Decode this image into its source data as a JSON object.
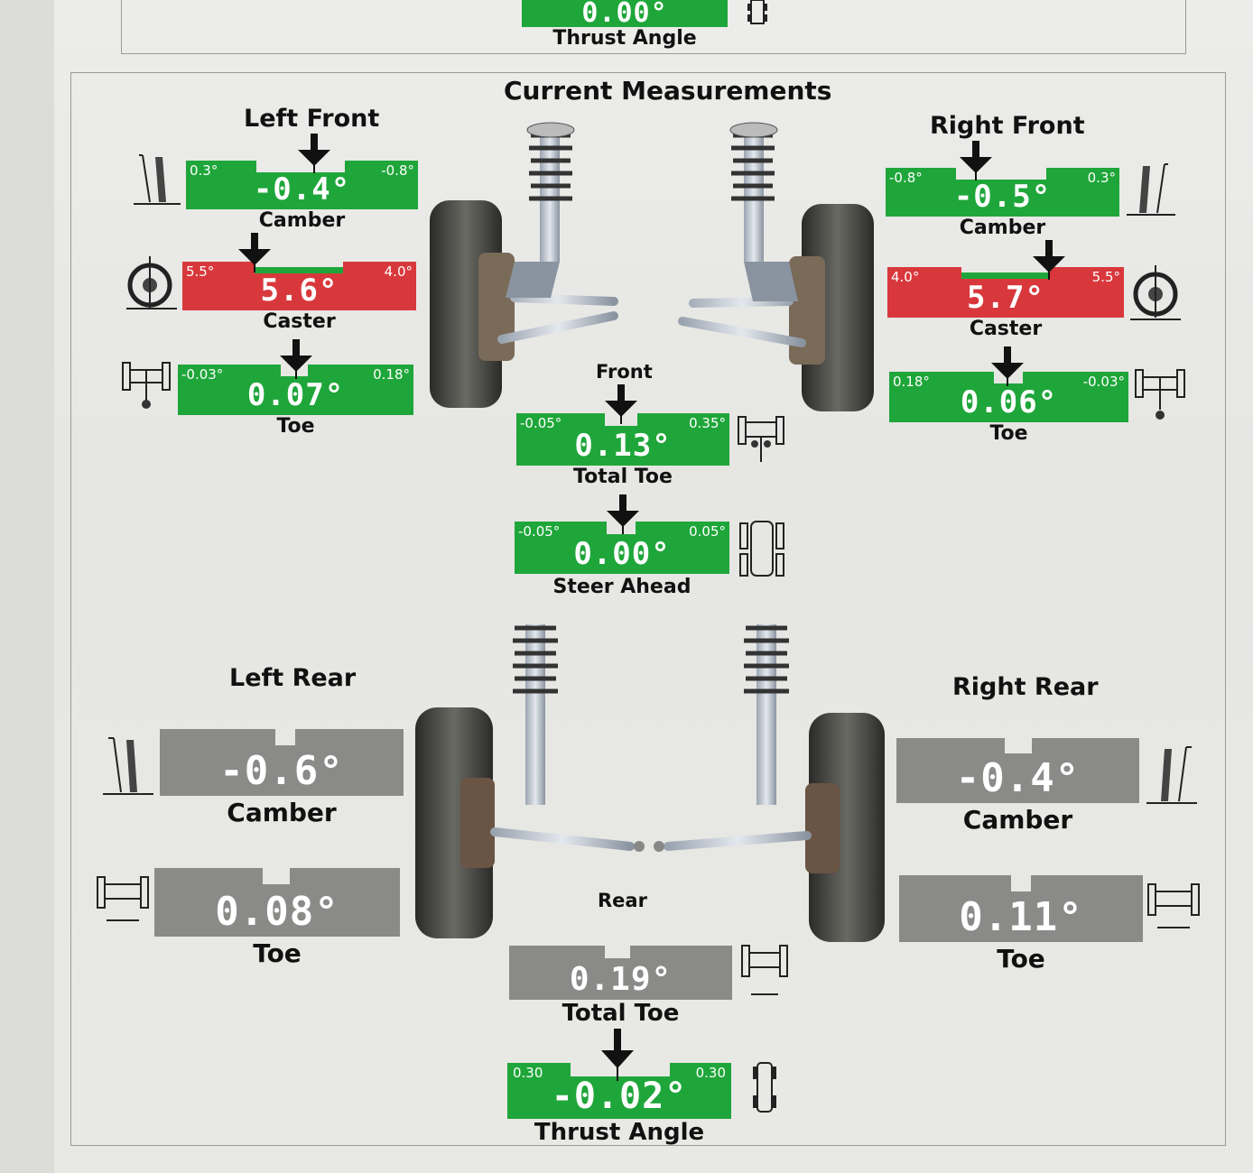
{
  "top_section": {
    "thrust_value": "0.00°",
    "thrust_label": "Thrust Angle"
  },
  "title": "Current Measurements",
  "front_label": "Front",
  "rear_label": "Rear",
  "left_front": {
    "heading": "Left Front",
    "camber": {
      "value": "-0.4°",
      "min": "0.3°",
      "max": "-0.8°",
      "label": "Camber",
      "status": "green"
    },
    "caster": {
      "value": "5.6°",
      "min": "5.5°",
      "max": "4.0°",
      "label": "Caster",
      "status": "red"
    },
    "toe": {
      "value": "0.07°",
      "min": "-0.03°",
      "max": "0.18°",
      "label": "Toe",
      "status": "green"
    }
  },
  "right_front": {
    "heading": "Right Front",
    "camber": {
      "value": "-0.5°",
      "min": "-0.8°",
      "max": "0.3°",
      "label": "Camber",
      "status": "green"
    },
    "caster": {
      "value": "5.7°",
      "min": "4.0°",
      "max": "5.5°",
      "label": "Caster",
      "status": "red"
    },
    "toe": {
      "value": "0.06°",
      "min": "0.18°",
      "max": "-0.03°",
      "label": "Toe",
      "status": "green"
    }
  },
  "front_total_toe": {
    "value": "0.13°",
    "min": "-0.05°",
    "max": "0.35°",
    "label": "Total Toe",
    "status": "green"
  },
  "steer_ahead": {
    "value": "0.00°",
    "min": "-0.05°",
    "max": "0.05°",
    "label": "Steer Ahead",
    "status": "green"
  },
  "left_rear": {
    "heading": "Left Rear",
    "camber": {
      "value": "-0.6°",
      "label": "Camber",
      "status": "gray"
    },
    "toe": {
      "value": "0.08°",
      "label": "Toe",
      "status": "gray"
    }
  },
  "right_rear": {
    "heading": "Right Rear",
    "camber": {
      "value": "-0.4°",
      "label": "Camber",
      "status": "gray"
    },
    "toe": {
      "value": "0.11°",
      "label": "Toe",
      "status": "gray"
    }
  },
  "rear_total_toe": {
    "value": "0.19°",
    "label": "Total Toe",
    "status": "gray"
  },
  "thrust_angle": {
    "value": "-0.02°",
    "min": "0.30",
    "max": "0.30",
    "label": "Thrust Angle",
    "status": "green"
  },
  "colors": {
    "in_spec": "#1fa63a",
    "out_of_spec": "#d8383c",
    "no_spec": "#8a8a88"
  }
}
